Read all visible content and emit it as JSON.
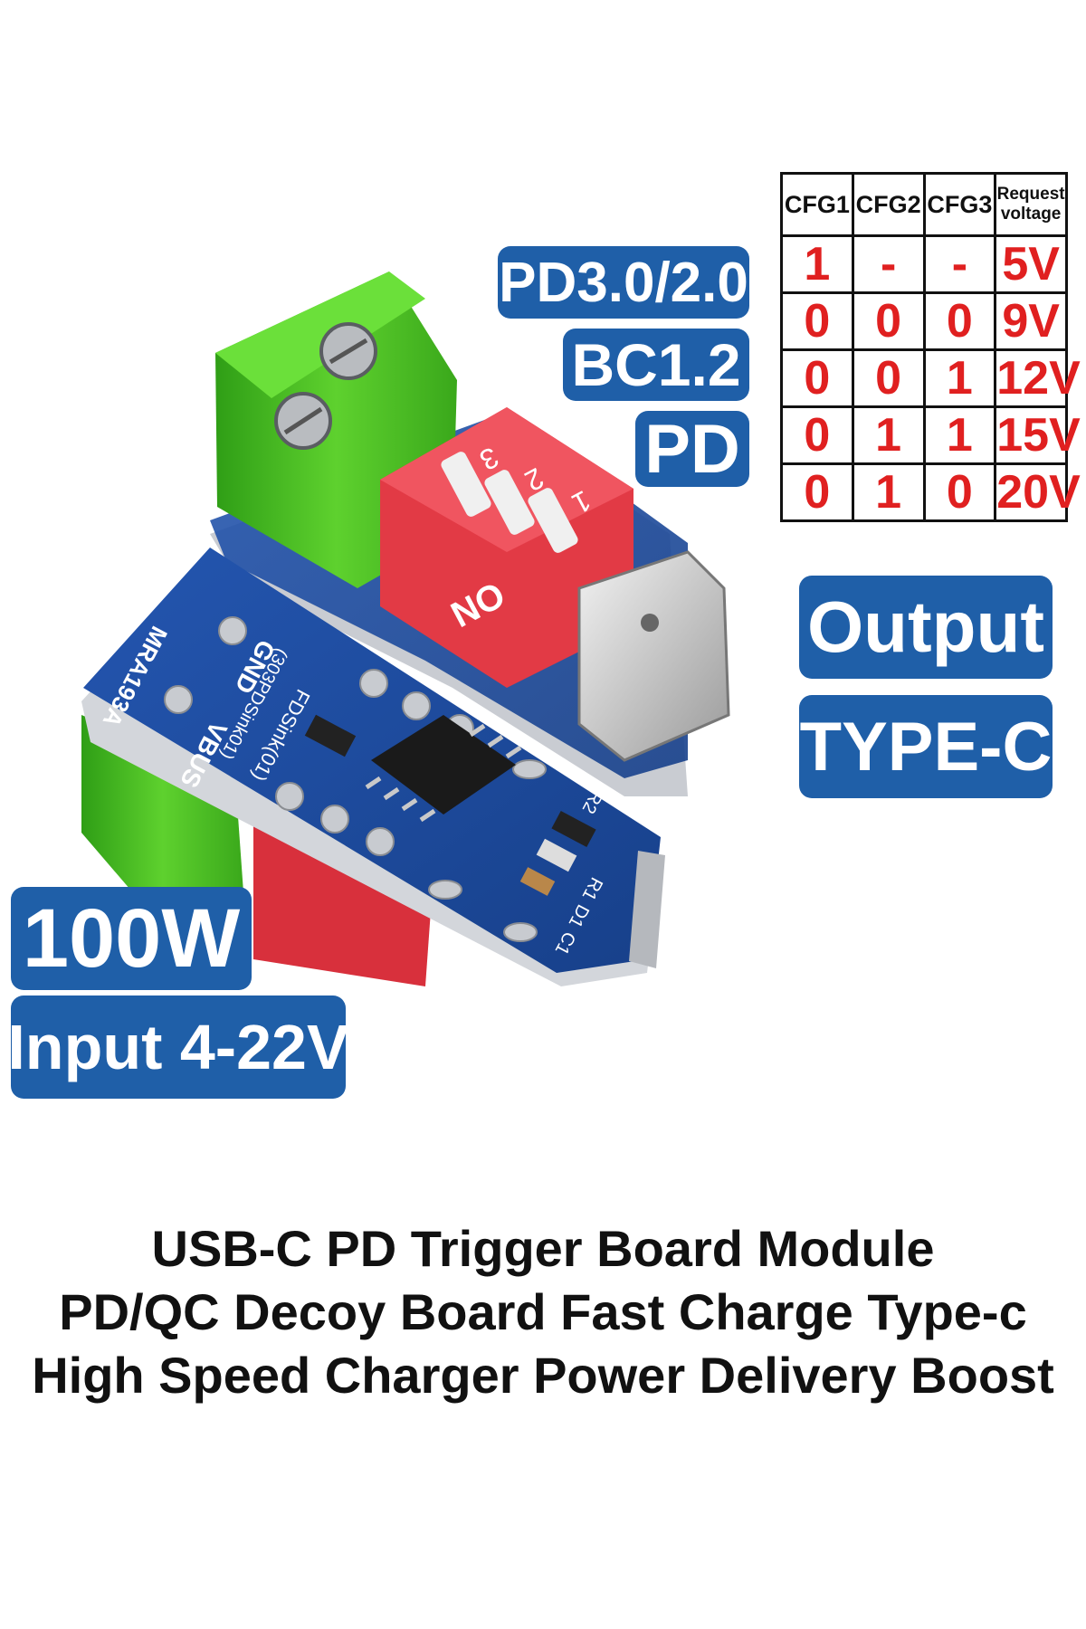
{
  "badges": {
    "protocol": "PD3.0/2.0",
    "bc": "BC1.2",
    "pd": "PD",
    "output": "Output",
    "type": "TYPE-C",
    "power": "100W",
    "input": "Input 4-22V"
  },
  "table": {
    "headers": [
      "CFG1",
      "CFG2",
      "CFG3",
      "Request voltage"
    ],
    "rows": [
      [
        "1",
        "-",
        "-",
        "5V"
      ],
      [
        "0",
        "0",
        "0",
        "9V"
      ],
      [
        "0",
        "0",
        "1",
        "12V"
      ],
      [
        "0",
        "1",
        "1",
        "15V"
      ],
      [
        "0",
        "1",
        "0",
        "20V"
      ]
    ]
  },
  "board": {
    "model": "MRA193A",
    "pin_gnd": "GND",
    "pin_vbus": "VBUS",
    "silkscreen": "FDSink(01)",
    "silkscreen2": "(303PDSink01)",
    "dip_on": "ON",
    "dip_nums": [
      "1",
      "2",
      "3"
    ],
    "refs": [
      "R1",
      "R2",
      "D1",
      "C1"
    ]
  },
  "caption": {
    "line1": "USB-C PD Trigger Board Module",
    "line2": "PD/QC Decoy Board Fast Charge Type-c",
    "line3": "High Speed Charger Power Delivery Boost"
  },
  "colors": {
    "badge": "#1f5fa8",
    "pcb": "#1d4ea1",
    "terminal": "#46c21e",
    "dip": "#e23a45",
    "table_text": "#e02020"
  }
}
